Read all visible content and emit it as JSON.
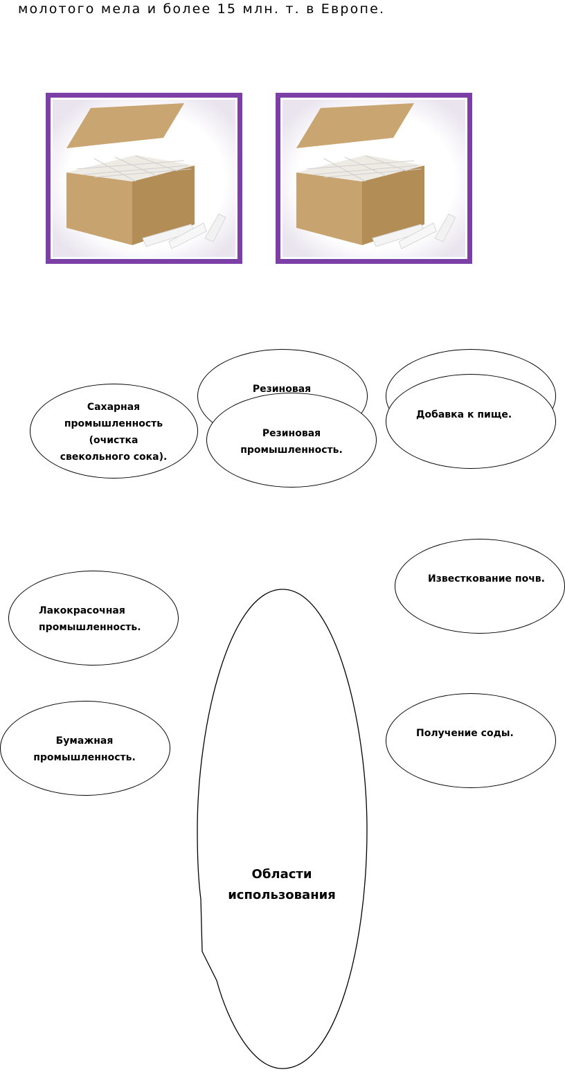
{
  "header": {
    "text": "молотого мела и более 15 млн. т. в Европе."
  },
  "images": [
    {
      "name": "chalk-box-photo",
      "frame_color": "#7b3fa6"
    },
    {
      "name": "chalk-box-photo",
      "frame_color": "#7b3fa6"
    }
  ],
  "diagram": {
    "center": {
      "line1": "Области",
      "line2": "использования"
    },
    "bubbles": {
      "sugar": [
        "Сахарная",
        "промышленность",
        "(очистка",
        "свекольного сока)."
      ],
      "rubber_back": [
        "Резиновая"
      ],
      "rubber": [
        "Резиновая",
        "промышленность."
      ],
      "food": [
        "Добавка к пище."
      ],
      "liming": [
        "Известкование почв."
      ],
      "paint": [
        "Лакокрасочная",
        "промышленность."
      ],
      "paper": [
        "Бумажная",
        "промышленность."
      ],
      "soda": [
        "Получение соды."
      ]
    }
  }
}
